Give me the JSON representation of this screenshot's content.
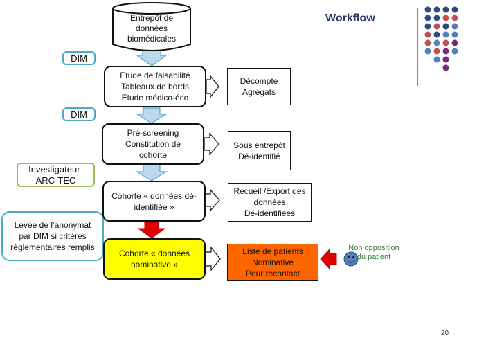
{
  "slide": {
    "title": "Workflow",
    "page_number": "20"
  },
  "database": {
    "lines": [
      "Entrepôt de",
      "données",
      "biomédicales"
    ]
  },
  "tags": {
    "dim_1": "DIM",
    "dim_2": "DIM",
    "investigateur": [
      "Investigateur-",
      "ARC-TEC"
    ],
    "levee": [
      "Levée de l’anonymat",
      "par DIM si critères",
      "réglementaires remplis"
    ]
  },
  "steps": [
    {
      "lines": [
        "Etude de faisabilité",
        "Tableaux de bords",
        "Etude médico-éco"
      ]
    },
    {
      "lines": [
        "Pré-screening",
        "Constitution de",
        "cohorte"
      ]
    },
    {
      "lines": [
        "Cohorte « données dé-",
        "identifiée »"
      ]
    },
    {
      "lines": [
        "Cohorte « données",
        "nominative »"
      ]
    }
  ],
  "outputs": [
    {
      "lines": [
        "Décompte",
        "Agrégats"
      ]
    },
    {
      "lines": [
        "Sous entrepôt",
        "Dé-identifié"
      ]
    },
    {
      "lines": [
        "Recueil /Export des",
        "données",
        "Dé-identifiées"
      ]
    },
    {
      "lines": [
        "Liste de patients",
        "Nominative",
        "Pour recontact"
      ]
    }
  ],
  "non_opposition": [
    "Non opposition",
    "du patient"
  ],
  "colors": {
    "dark_blue": "#1f3864",
    "tag_border": "#4aacc6",
    "green_border": "#9bbb59",
    "yellow_box": "#ffff00",
    "orange_box": "#ff6600",
    "red_arrow": "#e00000",
    "smiley": "#4f81bd",
    "dot_navy": "#2e4a7a",
    "dot_red": "#c0504d",
    "dot_blue": "#4f81bd",
    "dot_purple": "#7b2a7d"
  }
}
